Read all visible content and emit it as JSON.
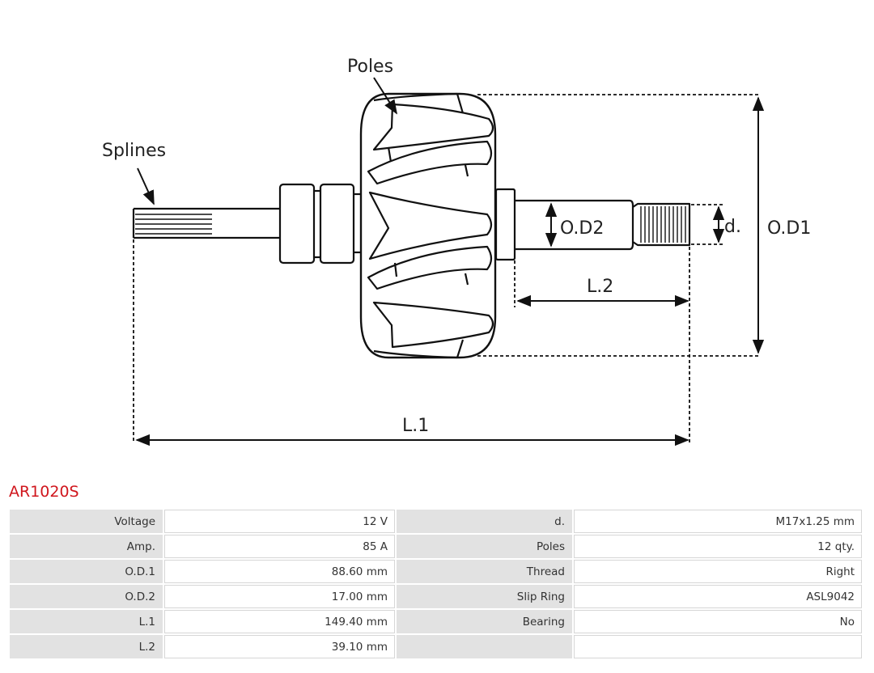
{
  "diagram": {
    "labels": {
      "poles": "Poles",
      "splines": "Splines",
      "od2": "O.D2",
      "d": "d.",
      "od1": "O.D1",
      "l2": "L.2",
      "l1": "L.1"
    }
  },
  "product": {
    "code": "AR1020S"
  },
  "colors": {
    "code": "#d0161d",
    "key_cell": "#e2e2e2"
  },
  "specs": {
    "rows": [
      [
        {
          "k": "Voltage",
          "v": "12 V"
        },
        {
          "k": "d.",
          "v": "M17x1.25 mm"
        }
      ],
      [
        {
          "k": "Amp.",
          "v": "85 A"
        },
        {
          "k": "Poles",
          "v": "12 qty."
        }
      ],
      [
        {
          "k": "O.D.1",
          "v": "88.60 mm"
        },
        {
          "k": "Thread",
          "v": "Right"
        }
      ],
      [
        {
          "k": "O.D.2",
          "v": "17.00 mm"
        },
        {
          "k": "Slip Ring",
          "v": "ASL9042"
        }
      ],
      [
        {
          "k": "L.1",
          "v": "149.40 mm"
        },
        {
          "k": "Bearing",
          "v": "No"
        }
      ],
      [
        {
          "k": "L.2",
          "v": "39.10 mm"
        },
        {
          "k": "",
          "v": ""
        }
      ]
    ]
  }
}
